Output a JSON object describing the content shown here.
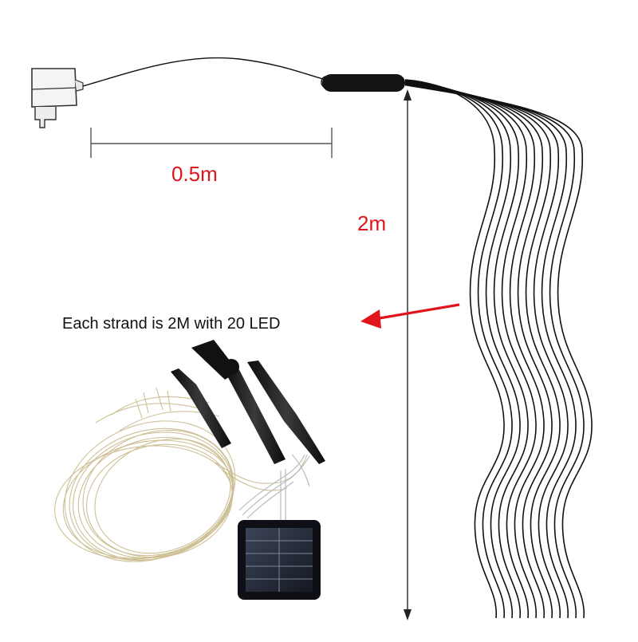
{
  "labels": {
    "cable_length": "0.5m",
    "strand_height": "2m",
    "strand_note": "Each strand is 2M  with 20 LED"
  },
  "colors": {
    "dimension_text": "#e0141b",
    "arrow": "#e0141b",
    "wire": "#111111",
    "measure_line": "#555555",
    "copper_wire": "#c9b98a",
    "solar_panel": "#1d2230",
    "stake": "#1a1a1a"
  },
  "icons": {
    "adapter": "power-adapter-icon",
    "controller": "controller-box-icon",
    "solar_panel": "solar-panel-icon",
    "stakes": "ground-stake-icon",
    "wire_coil": "wire-coil-icon"
  },
  "strands": {
    "count": 12
  }
}
